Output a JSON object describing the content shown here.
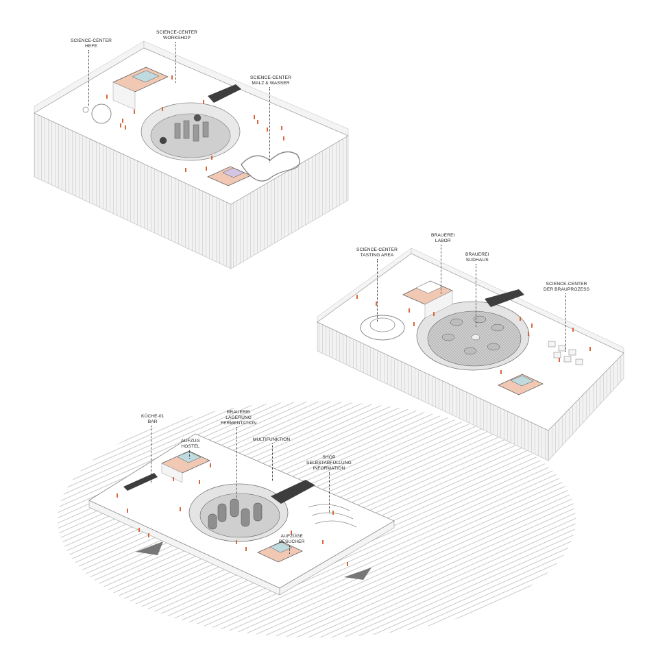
{
  "colors": {
    "wall": "#efefef",
    "wall_stroke": "#b8b8b8",
    "floor": "#ffffff",
    "person": "#d9663a",
    "room_pink": "#f0c8b4",
    "room_blue": "#bfdbe0",
    "room_violet": "#d3c6e2",
    "dark_bridge": "#3d3d3d",
    "tank_dark": "#777777",
    "hatch": "#9a9a9a"
  },
  "labels": {
    "hefe": [
      "SCIENCE-CENTER",
      "HEFE"
    ],
    "workshop": [
      "SCIENCE-CENTER",
      "WORKSHOP"
    ],
    "malz": [
      "SCIENCE-CENTER",
      "MALZ & WASSER"
    ],
    "tasting": [
      "SCIENCE-CENTER",
      "TASTING AREA"
    ],
    "labor": [
      "BRAUEREI",
      "LABOR"
    ],
    "sudhaus": [
      "BRAUEREI",
      "SUDHAUS"
    ],
    "brauprozess": [
      "SCIENCE-CENTER",
      "DER BRAUPROZESS"
    ],
    "kueche": [
      "KÜCHE-01",
      "BAR"
    ],
    "lagerung": [
      "BRAUEREI",
      "LAGERUNG",
      "FERMENTATION"
    ],
    "hostel": [
      "AUFZUG",
      "HOSTEL"
    ],
    "multifunktion": [
      "MULTIFUNKTION"
    ],
    "shop": [
      "SHOP",
      "SELBSTABFÜLLUNG",
      "INFORMATION"
    ],
    "besucher": [
      "AUFZÜGE",
      "BESUCHER"
    ]
  }
}
